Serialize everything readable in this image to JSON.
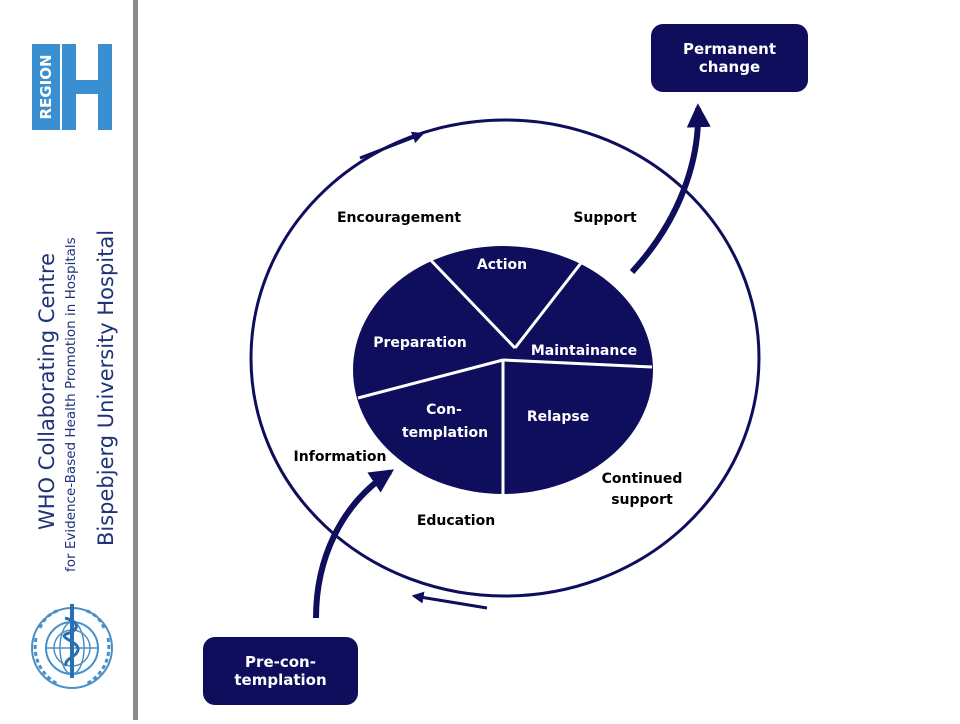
{
  "sidebar": {
    "region_label": "REGION",
    "region_letter": "H",
    "line1": "WHO Collaborating Centre",
    "line2": "for Evidence-Based Health Promotion in Hospitals",
    "line3": "Bispebjerg University Hospital",
    "logo_icon": "who-emblem-icon"
  },
  "boxes": {
    "permanent_line1": "Permanent",
    "permanent_line2": "change",
    "precon_line1": "Pre-con-",
    "precon_line2": "templation"
  },
  "segments": {
    "action": "Action",
    "maintainance": "Maintainance",
    "relapse": "Relapse",
    "contemplation_line1": "Con-",
    "contemplation_line2": "templation",
    "preparation": "Preparation"
  },
  "outer_labels": {
    "encouragement": "Encouragement",
    "support": "Support",
    "information": "Information",
    "education": "Education",
    "continued_line1": "Continued",
    "continued_line2": "support"
  },
  "colors": {
    "navy": "#0e0e5c",
    "region_blue": "#3a8fd0",
    "logo_blue": "#4a90c8"
  }
}
